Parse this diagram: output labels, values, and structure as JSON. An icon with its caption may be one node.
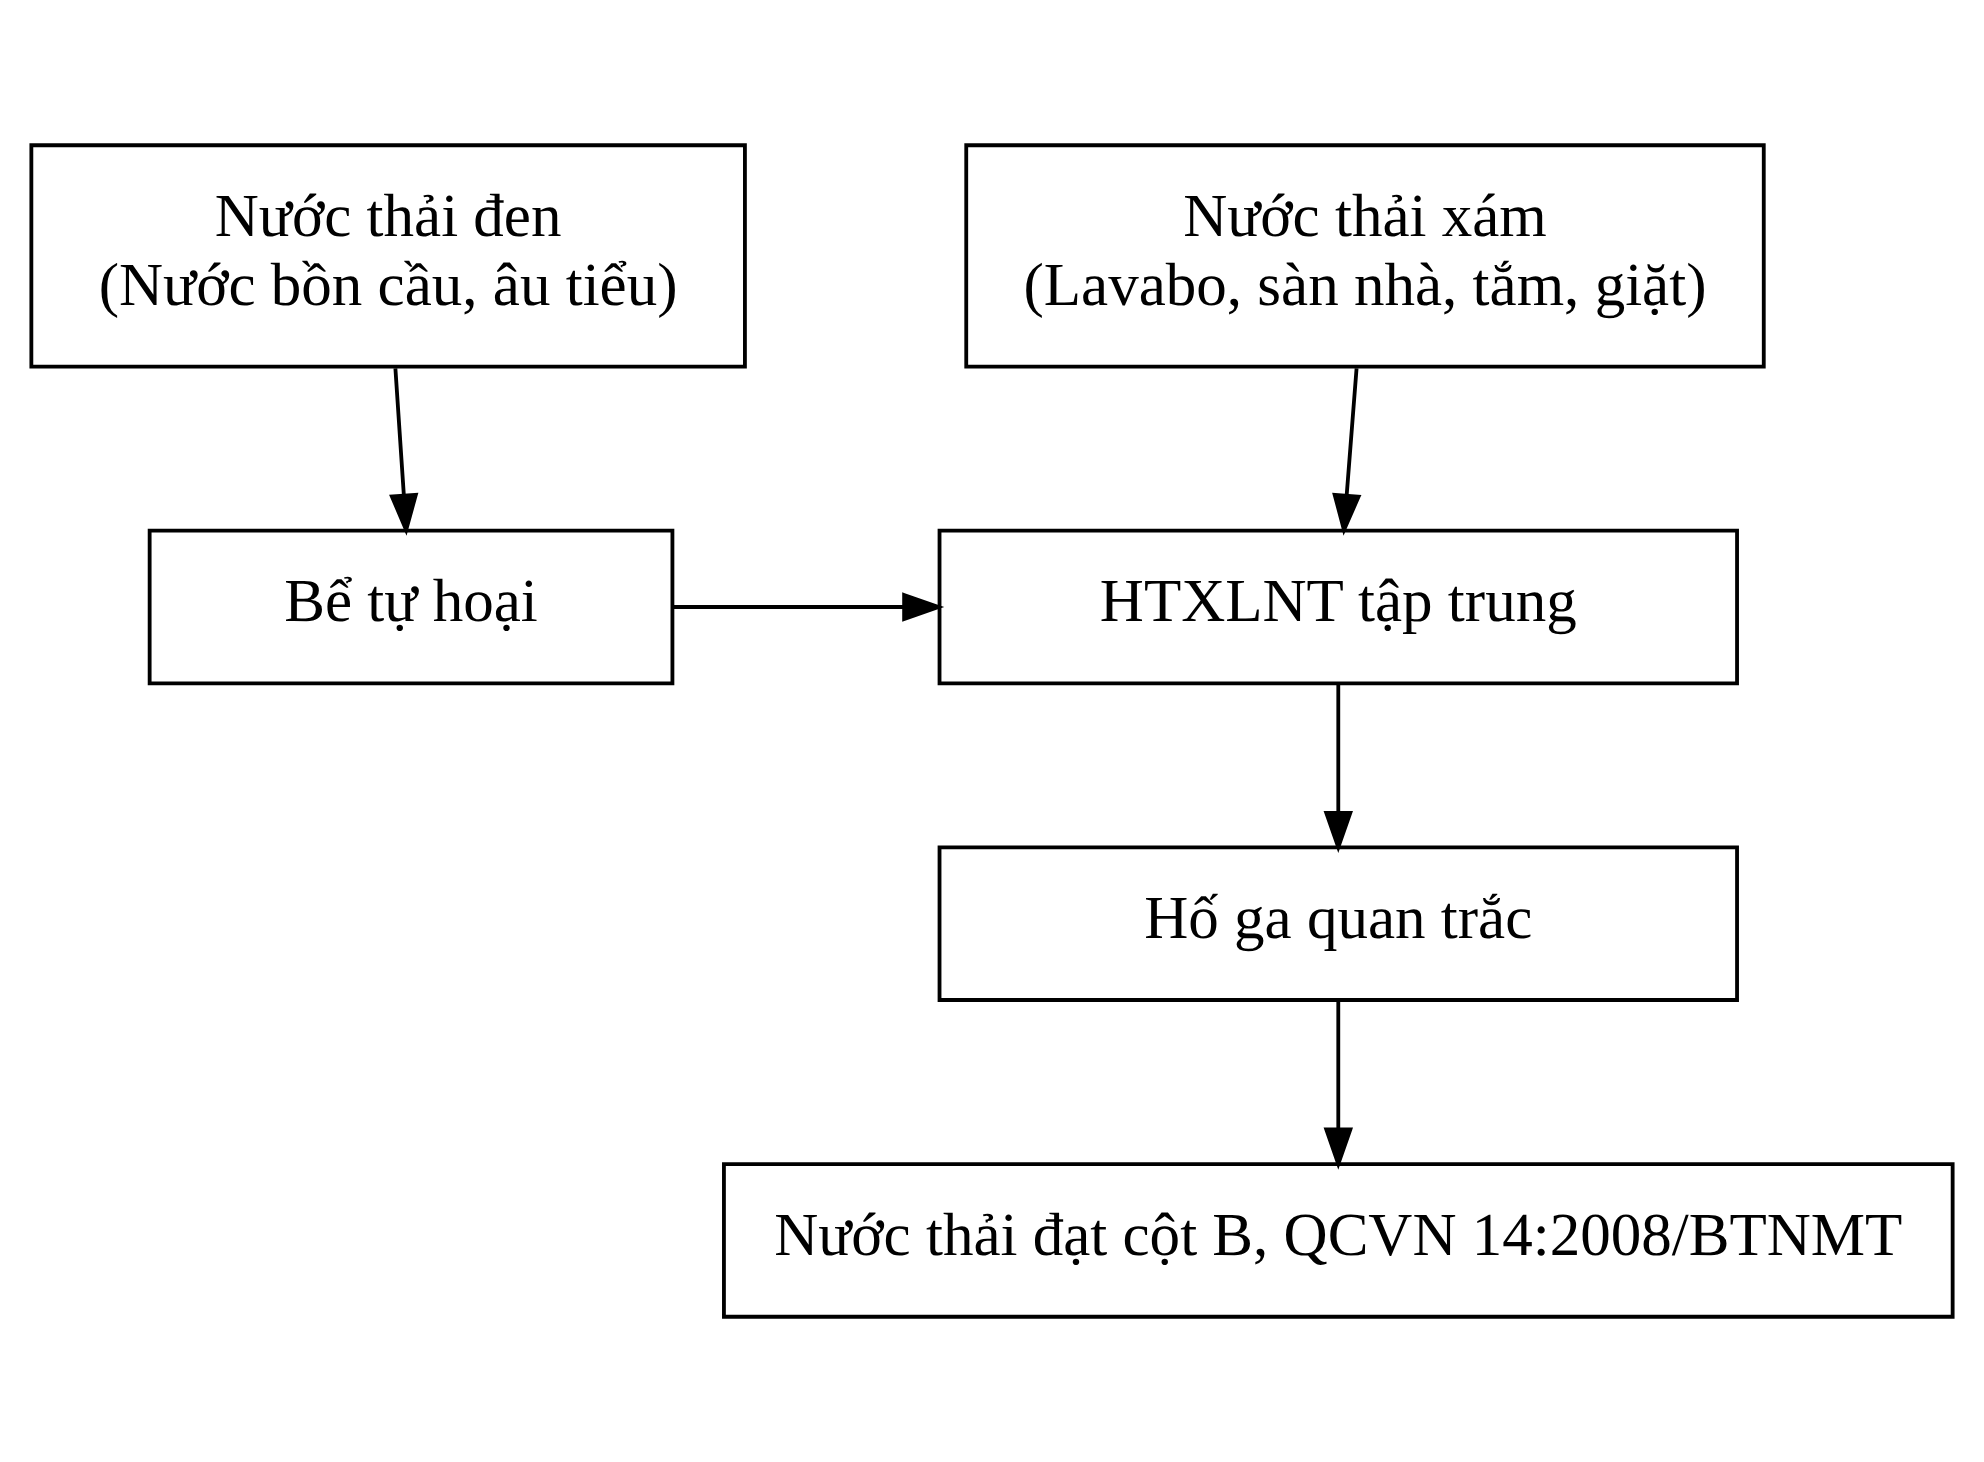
{
  "diagram": {
    "nodes": [
      {
        "text": [
          "Nước thải đen",
          "(Nước bồn cầu, âu tiểu)"
        ]
      },
      {
        "text": [
          "Nước thải xám",
          "(Lavabo, sàn nhà, tắm, giặt)"
        ]
      },
      {
        "text": [
          "Bể tự hoại"
        ]
      },
      {
        "text": [
          "HTXLNT tập trung"
        ]
      },
      {
        "text": [
          "Hố ga quan trắc"
        ]
      },
      {
        "text": [
          "Nước thải đạt cột B, QCVN 14:2008/BTNMT"
        ]
      }
    ],
    "edges": [
      {
        "from": 0,
        "to": 2,
        "arrow": "to"
      },
      {
        "from": 1,
        "to": 3,
        "arrow": "to"
      },
      {
        "from": 2,
        "to": 3,
        "arrow": "to"
      },
      {
        "from": 3,
        "to": 4,
        "arrow": "to"
      },
      {
        "from": 4,
        "to": 5,
        "arrow": "to"
      }
    ]
  }
}
